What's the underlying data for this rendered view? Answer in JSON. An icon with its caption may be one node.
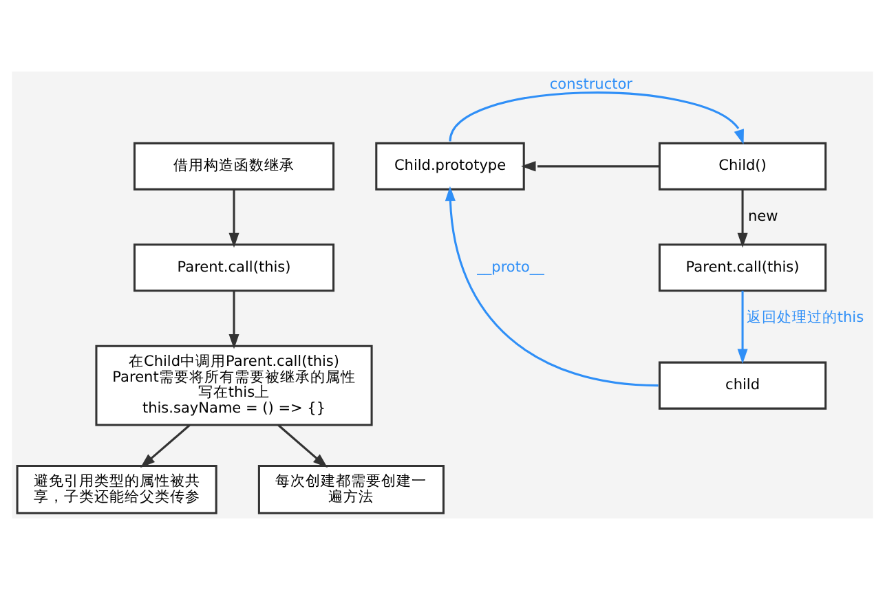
{
  "diagram": {
    "nodes": [
      {
        "text": [
          "借用构造函数继承"
        ]
      },
      {
        "text": [
          "Parent.call(this)"
        ]
      },
      {
        "text": [
          "在Child中调用Parent.call(this)",
          "Parent需要将所有需要被继承的属性写在this上",
          "this.sayName = () => {}"
        ]
      },
      {
        "text": [
          "避免引用类型的属性被共享，子类还能给父类传参"
        ]
      },
      {
        "text": [
          "每次创建都需要创建一遍方法"
        ]
      },
      {
        "text": [
          "Child.prototype"
        ]
      },
      {
        "text": [
          "Child()"
        ]
      },
      {
        "text": [
          "Parent.call(this)"
        ]
      },
      {
        "text": [
          "child"
        ]
      }
    ],
    "edges": [
      {
        "from": 0,
        "to": 1,
        "arrow": "to"
      },
      {
        "from": 1,
        "to": 2,
        "arrow": "to"
      },
      {
        "from": 2,
        "to": 3,
        "arrow": "to"
      },
      {
        "from": 2,
        "to": 4,
        "arrow": "to"
      },
      {
        "from": 5,
        "to": 6,
        "arrow": "to",
        "label": "constructor",
        "color": "#2f8ff7"
      },
      {
        "from": 6,
        "to": 5,
        "arrow": "to"
      },
      {
        "from": 6,
        "to": 7,
        "arrow": "to",
        "label": "new"
      },
      {
        "from": 7,
        "to": 8,
        "arrow": "to",
        "label": "返回处理过的this",
        "color": "#2f8ff7"
      },
      {
        "from": 8,
        "to": 5,
        "arrow": "to",
        "label": "__proto__",
        "color": "#2f8ff7"
      }
    ]
  }
}
